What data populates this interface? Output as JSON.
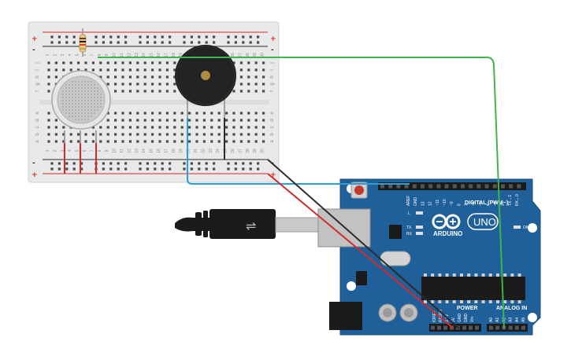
{
  "breadboard": {
    "column_numbers": [
      "1",
      "2",
      "3",
      "4",
      "5",
      "6",
      "7",
      "8",
      "9",
      "10",
      "11",
      "12",
      "13",
      "14",
      "15",
      "16",
      "17",
      "18",
      "19",
      "20",
      "21",
      "22",
      "23",
      "24",
      "25",
      "26",
      "27",
      "28",
      "29",
      "30"
    ],
    "rows_top": [
      "j",
      "i",
      "h",
      "g",
      "f"
    ],
    "rows_bottom": [
      "e",
      "d",
      "c",
      "b",
      "a"
    ],
    "rail_plus": "+",
    "rail_minus": "-"
  },
  "components": {
    "resistor": "resistor-icon",
    "gas_sensor": "gas-sensor-icon",
    "buzzer": "piezo-buzzer-icon",
    "usb_cable": "usb-cable-icon"
  },
  "arduino": {
    "brand": "ARDUINO",
    "model": "UNO",
    "digital_label": "DIGITAL (PWM~)",
    "power_label": "POWER",
    "analog_label": "ANALOG IN",
    "on_label": "ON",
    "led_labels": [
      "L",
      "TX",
      "RX"
    ],
    "top_pin_labels": [
      "AREF",
      "GND",
      "13",
      "12",
      "~11",
      "~10",
      "~9",
      "8",
      "7",
      "~6",
      "~5",
      "4",
      "~3",
      "2",
      "TX→1",
      "RX←0"
    ],
    "power_pin_labels": [
      "IOREF",
      "RESET",
      "3.3V",
      "5V",
      "GND",
      "GND",
      "Vin"
    ],
    "analog_pin_labels": [
      "A0",
      "A1",
      "A2",
      "A3",
      "A4",
      "A5"
    ]
  },
  "colors": {
    "board": "#1f5f9a",
    "breadboard": "#e9e9e9",
    "wire_red": "#d12a2a",
    "wire_black": "#2b2b2b",
    "wire_green": "#3cb54a",
    "wire_blue": "#2aa0d8"
  }
}
